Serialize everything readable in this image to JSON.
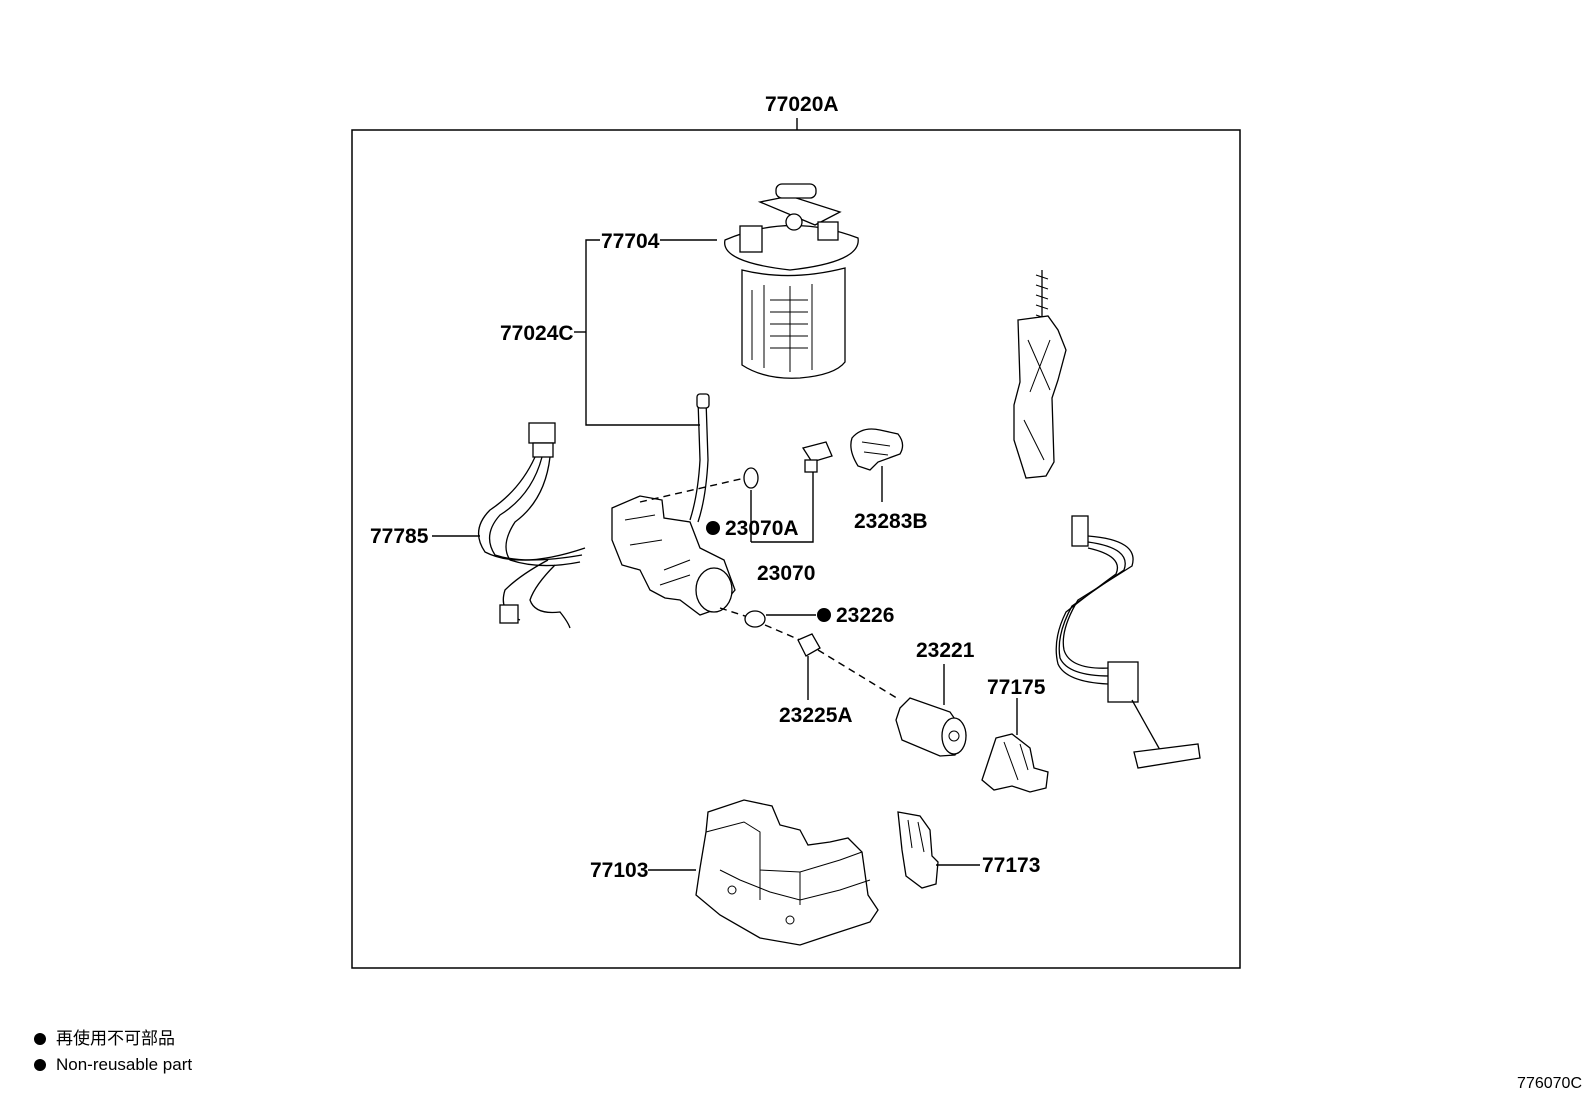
{
  "assembly": {
    "code": "77020A"
  },
  "callouts": {
    "p77704": "77704",
    "p77024C": "77024C",
    "p77785": "77785",
    "p23070A": "23070A",
    "p23070": "23070",
    "p23283B": "23283B",
    "p23226": "23226",
    "p23221": "23221",
    "p23225A": "23225A",
    "p77175": "77175",
    "p77103": "77103",
    "p77173": "77173"
  },
  "legend": {
    "japanese": "再使用不可部品",
    "english": "Non-reusable part"
  },
  "diagram_code": "776070C"
}
